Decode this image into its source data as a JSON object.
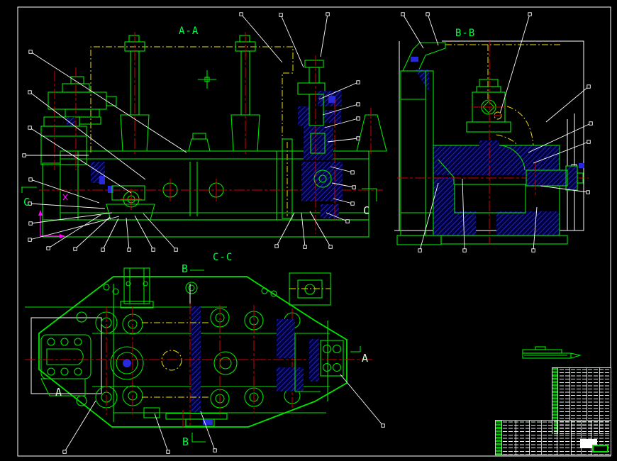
{
  "drawing": {
    "type": "cad-assembly-drawing",
    "background": "#000000",
    "labels": {
      "section_aa": "A-A",
      "section_bb": "B-B",
      "section_cc": "C-C",
      "marker_c_left": "C",
      "marker_c_right": "C",
      "marker_b_top": "B",
      "marker_b_bottom": "B",
      "marker_a_right": "A",
      "marker_a_left": "A"
    },
    "colors": {
      "geometry_green": "#00e400",
      "hidden_yellow": "#f0e000",
      "centerline_red": "#d40000",
      "section_hatch_blue": "#2828dc",
      "leader_white": "#ffffff",
      "ucs_magenta": "#ff00ff"
    },
    "parts_list": {
      "right_column_rows": 21,
      "title_block_rows": 11,
      "text_legible": false
    }
  }
}
